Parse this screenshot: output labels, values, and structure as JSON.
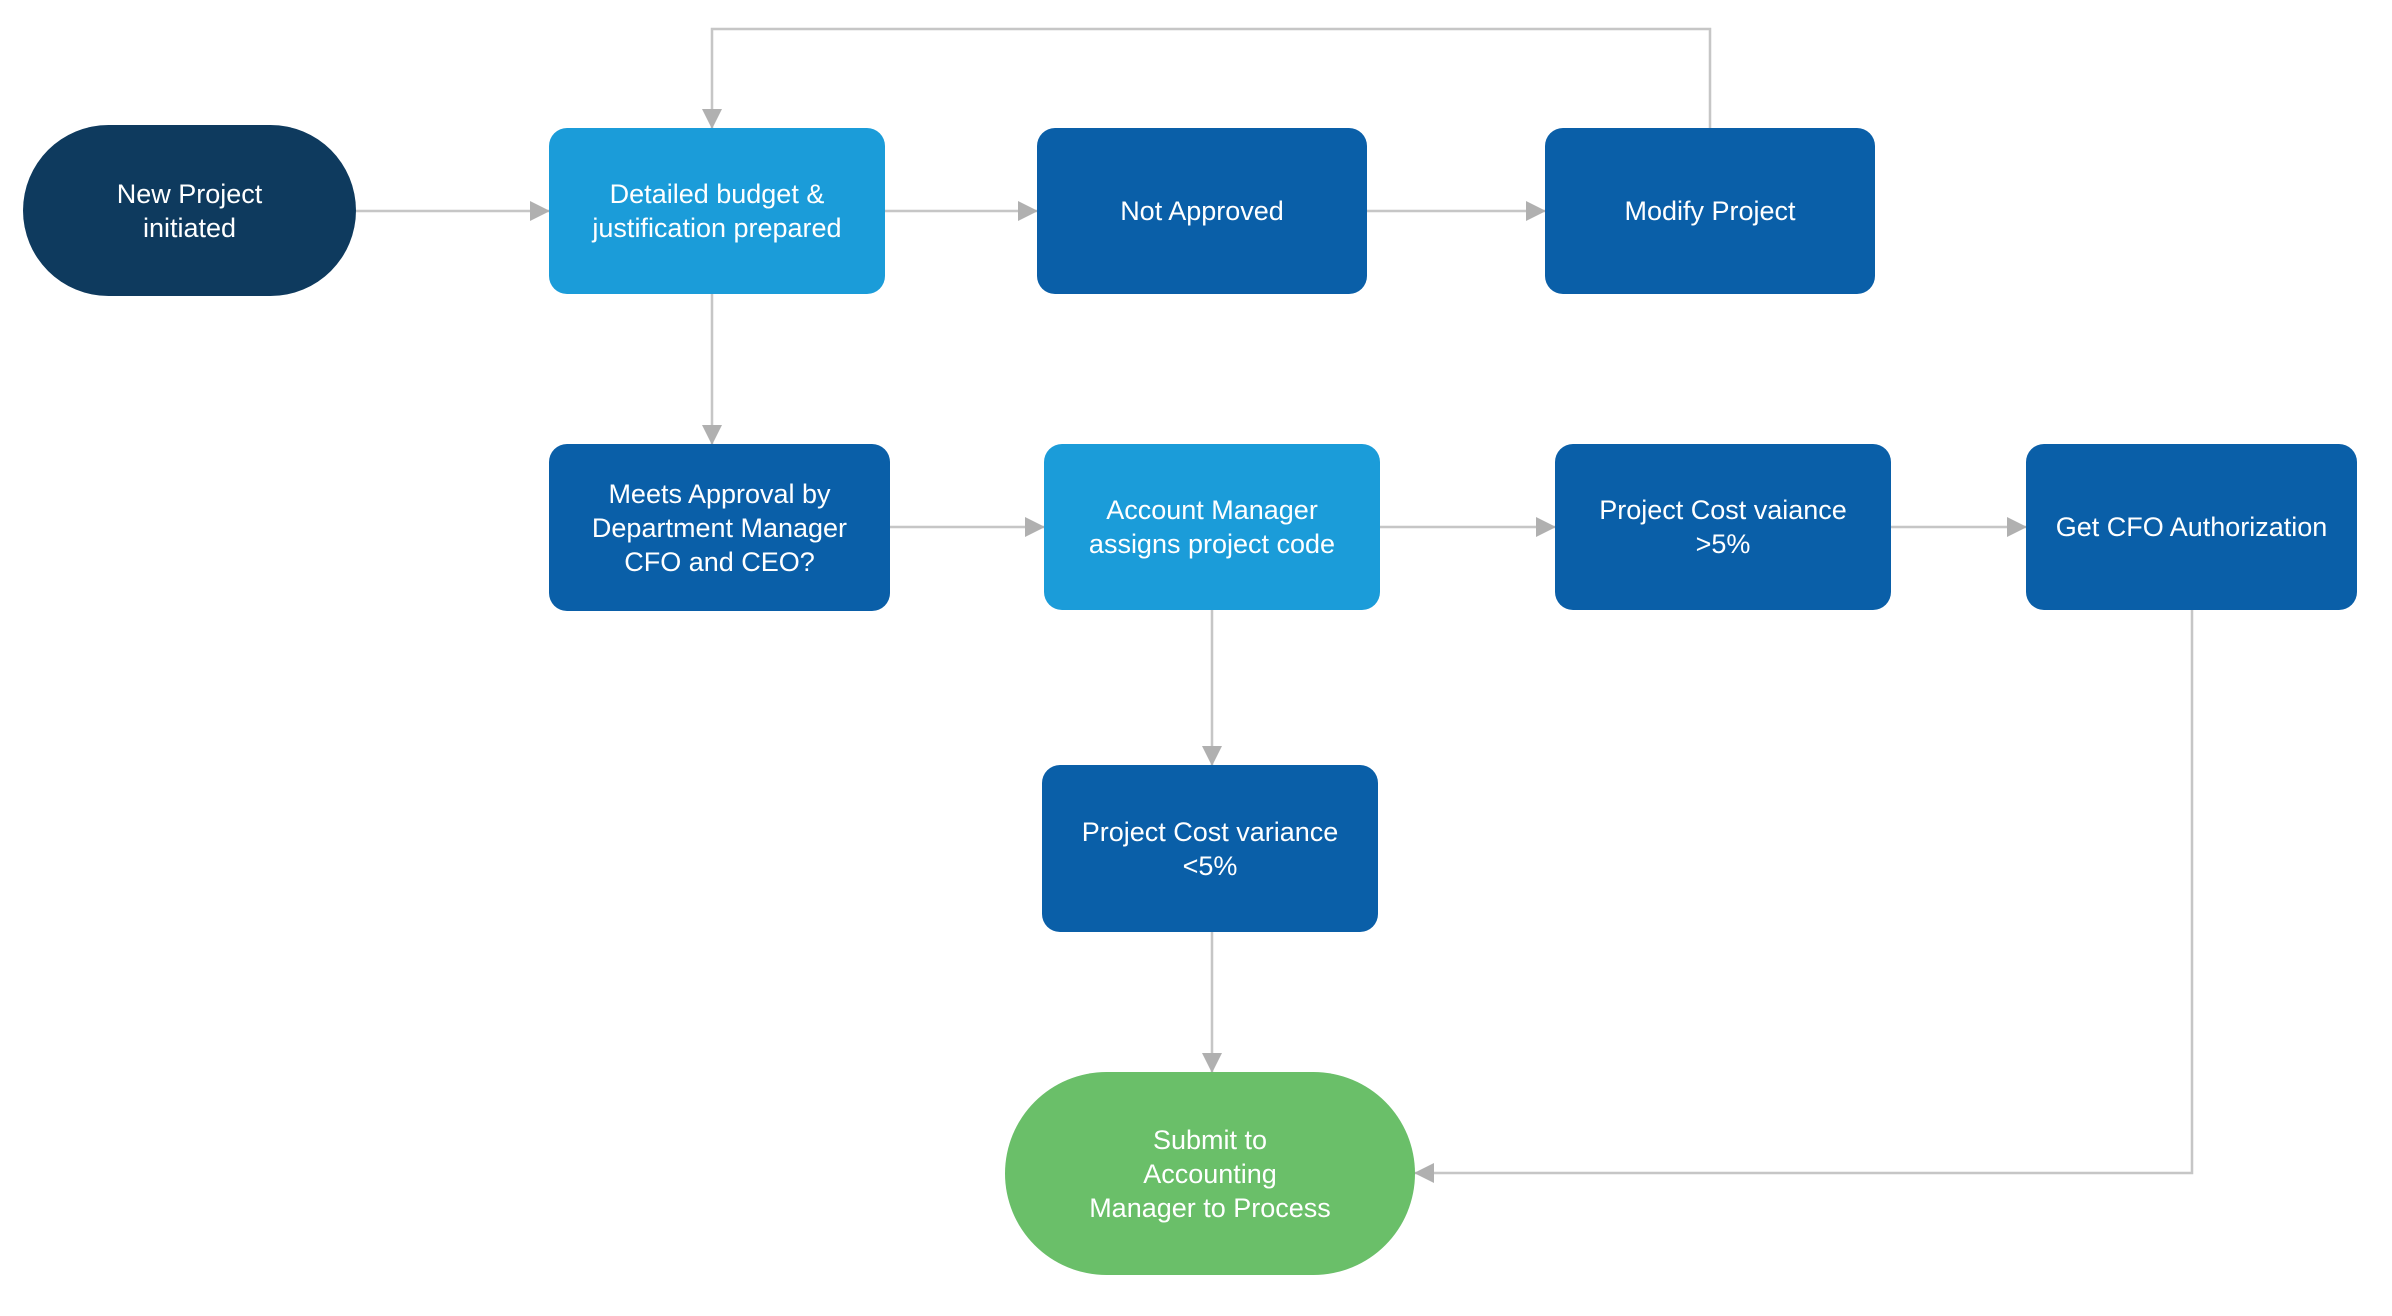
{
  "diagram": {
    "type": "flowchart",
    "background": "#ffffff",
    "colors": {
      "start_node": "#0e3a5e",
      "highlight_node": "#1b9cd9",
      "process_node": "#0a5fa8",
      "end_node": "#6abf69",
      "connector_line": "#c6c6c6",
      "arrowhead": "#b0b0b0",
      "node_text": "#ffffff"
    },
    "nodes": {
      "start": {
        "label": "New Project initiated",
        "lines": [
          "New Project",
          "initiated"
        ],
        "shape": "pill",
        "color": "#0e3a5e"
      },
      "budget": {
        "label": "Detailed budget & justification prepared",
        "lines": [
          "Detailed budget &",
          "justification prepared"
        ],
        "shape": "rectangle",
        "color": "#1b9cd9"
      },
      "not_approved": {
        "label": "Not Approved",
        "lines": [
          "Not Approved"
        ],
        "shape": "rectangle",
        "color": "#0a5fa8"
      },
      "modify": {
        "label": "Modify Project",
        "lines": [
          "Modify Project"
        ],
        "shape": "rectangle",
        "color": "#0a5fa8"
      },
      "approval": {
        "label": "Meets Approval by Department Manager CFO and CEO?",
        "lines": [
          "Meets Approval by",
          "Department Manager",
          "CFO and CEO?"
        ],
        "shape": "rectangle",
        "color": "#0a5fa8"
      },
      "assign_code": {
        "label": "Account Manager assigns project code",
        "lines": [
          "Account Manager",
          "assigns project code"
        ],
        "shape": "rectangle",
        "color": "#1b9cd9"
      },
      "variance_gt5": {
        "label": "Project Cost vaiance >5%",
        "lines": [
          "Project Cost vaiance",
          ">5%"
        ],
        "shape": "rectangle",
        "color": "#0a5fa8"
      },
      "cfo_auth": {
        "label": "Get CFO Authorization",
        "lines": [
          "Get CFO Authorization"
        ],
        "shape": "rectangle",
        "color": "#0a5fa8"
      },
      "variance_lt5": {
        "label": "Project Cost variance <5%",
        "lines": [
          "Project Cost variance",
          "<5%"
        ],
        "shape": "rectangle",
        "color": "#0a5fa8"
      },
      "submit": {
        "label": "Submit to Accounting Manager to Process",
        "lines": [
          "Submit to",
          "Accounting",
          "Manager to Process"
        ],
        "shape": "pill",
        "color": "#6abf69"
      }
    },
    "edges": [
      {
        "from": "start",
        "to": "budget",
        "route": "right"
      },
      {
        "from": "budget",
        "to": "not_approved",
        "route": "right"
      },
      {
        "from": "not_approved",
        "to": "modify",
        "route": "right"
      },
      {
        "from": "modify",
        "to": "budget",
        "route": "up-over-top-loop"
      },
      {
        "from": "budget",
        "to": "approval",
        "route": "down"
      },
      {
        "from": "approval",
        "to": "assign_code",
        "route": "right"
      },
      {
        "from": "assign_code",
        "to": "variance_gt5",
        "route": "right"
      },
      {
        "from": "variance_gt5",
        "to": "cfo_auth",
        "route": "right"
      },
      {
        "from": "assign_code",
        "to": "variance_lt5",
        "route": "down"
      },
      {
        "from": "variance_lt5",
        "to": "submit",
        "route": "down"
      },
      {
        "from": "cfo_auth",
        "to": "submit",
        "route": "down-then-left"
      }
    ]
  }
}
